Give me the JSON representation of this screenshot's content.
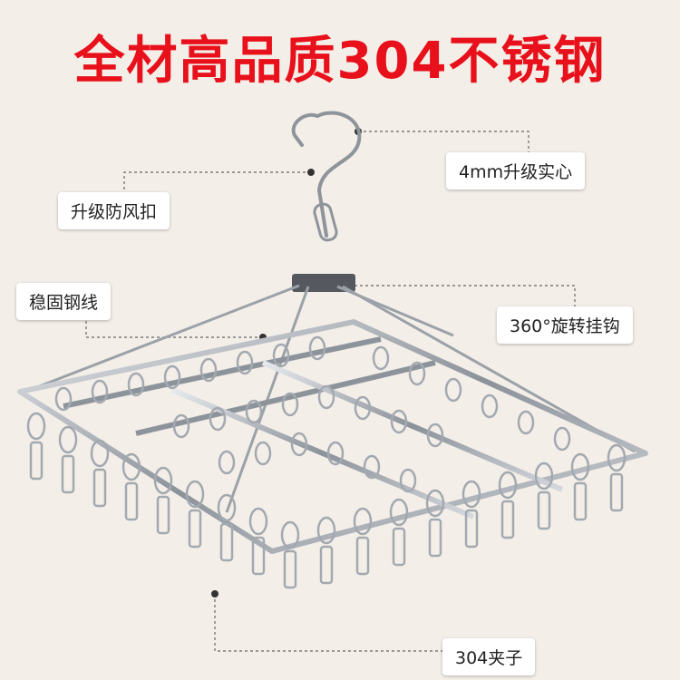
{
  "headline": "全材高品质304不锈钢",
  "colors": {
    "headline": "#e8101a",
    "background": "#f3eee8",
    "steel": "#9aa0a8",
    "leader": "#666666"
  },
  "callouts": {
    "solid_4mm": "4mm升级实心",
    "windproof_buckle": "升级防风扣",
    "steel_wire": "稳固钢线",
    "swivel_hook": "360°旋转挂钩",
    "clips_304": "304夹子"
  }
}
